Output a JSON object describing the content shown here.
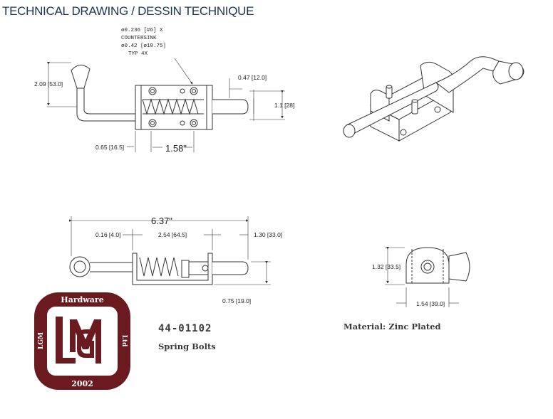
{
  "header": {
    "title": "TECHNICAL DRAWING / DESSIN TECHNIQUE"
  },
  "top_view": {
    "note_lines": [
      "ø0.236 [#6] X",
      "COUNTERSINK",
      "ø0.42 [ø10.75]",
      "TYP 4X"
    ],
    "dim_height": "2.09 [53.0]",
    "dim_pin_dia": "0.47 [12.0]",
    "dim_body_height": "1.1 [28]",
    "dim_offset": "0.65 [16.5]",
    "dim_hole_spacing": "1.58\""
  },
  "side_view": {
    "dim_overall": "6.37\"",
    "dim_left": "0.16 [4.0]",
    "dim_body": "2.54 [64.5]",
    "dim_pin": "1.30 [33.0]",
    "dim_height": "0.75 [19.0]"
  },
  "end_view": {
    "dim_height": "1.32 [33.5]",
    "dim_width": "1.54 [39.0]"
  },
  "product": {
    "part_number": "44-01102",
    "name": "Spring Bolts",
    "material": "Material: Zinc Plated"
  },
  "logo": {
    "top": "Hardware",
    "left": "LGM",
    "right": "Ltd",
    "bottom": "2002",
    "monogram": "LGM"
  },
  "colors": {
    "title": "#1d3550",
    "logo": "#6b1a1f",
    "line": "#333333"
  }
}
